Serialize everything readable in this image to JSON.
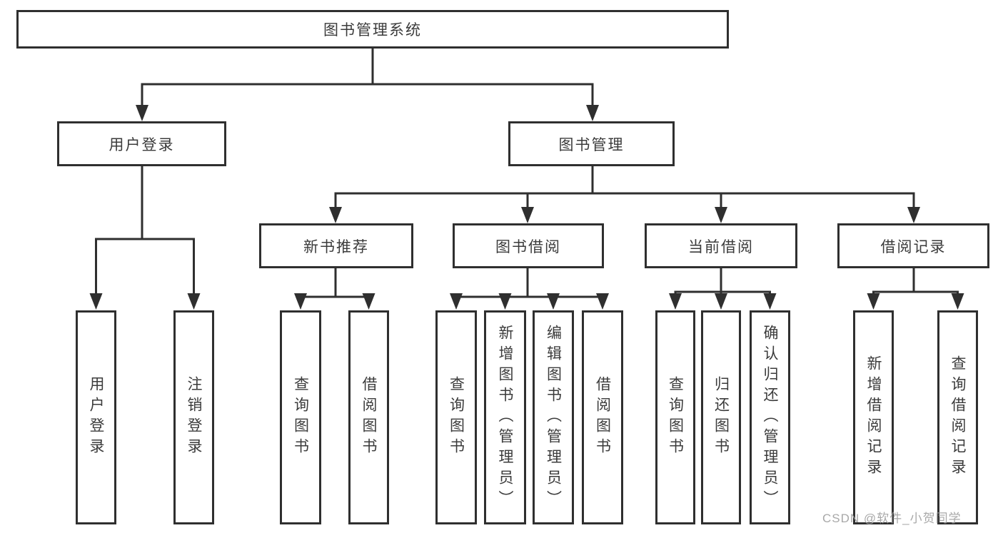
{
  "diagram": {
    "title": "图书管理系统",
    "type": "hierarchy-tree",
    "colors": {
      "line": "#2f2f2f",
      "box_border": "#2f2f2f",
      "text": "#3b3b3b",
      "background": "#ffffff",
      "watermark": "#9e9e9e"
    },
    "watermark": "CSDN @软件_小贺同学",
    "nodes": {
      "root": {
        "label": "图书管理系统"
      },
      "user_login": {
        "label": "用户登录"
      },
      "book_mgmt": {
        "label": "图书管理"
      },
      "new_book_rec": {
        "label": "新书推荐"
      },
      "book_borrow": {
        "label": "图书借阅"
      },
      "cur_borrow": {
        "label": "当前借阅"
      },
      "borrow_rec": {
        "label": "借阅记录"
      },
      "leaf_a1": {
        "label": "用户登录",
        "parent": "用户登录"
      },
      "leaf_a2": {
        "label": "注销登录",
        "parent": "用户登录"
      },
      "leaf_b1": {
        "label": "查询图书",
        "parent": "新书推荐"
      },
      "leaf_b2": {
        "label": "借阅图书",
        "parent": "新书推荐"
      },
      "leaf_c1": {
        "label": "查询图书",
        "parent": "图书借阅"
      },
      "leaf_c2": {
        "label": "新增图书（管理员）",
        "parent": "图书借阅"
      },
      "leaf_c3": {
        "label": "编辑图书（管理员）",
        "parent": "图书借阅"
      },
      "leaf_c4": {
        "label": "借阅图书",
        "parent": "图书借阅"
      },
      "leaf_d1": {
        "label": "查询图书",
        "parent": "当前借阅"
      },
      "leaf_d2": {
        "label": "归还图书",
        "parent": "当前借阅"
      },
      "leaf_d3": {
        "label": "确认归还（管理员）",
        "parent": "当前借阅"
      },
      "leaf_e1": {
        "label": "新增借阅记录",
        "parent": "借阅记录"
      },
      "leaf_e2": {
        "label": "查询借阅记录",
        "parent": "借阅记录"
      }
    }
  }
}
